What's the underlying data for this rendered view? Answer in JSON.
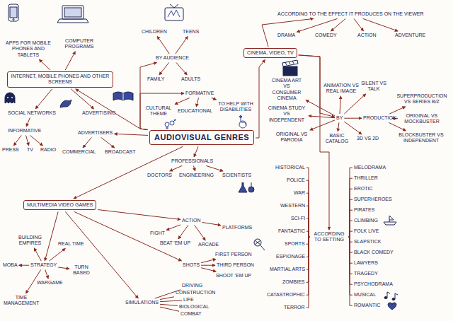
{
  "diagram": {
    "nodes": [
      {
        "text": [
          "APPS FOR MOBILE PHONES AND TABLETS"
        ]
      },
      {
        "text": [
          "COMPUTER PROGRAMS"
        ]
      },
      {
        "text": [
          "INTERNET, MOBILE PHONES AND OTHER SCREENS"
        ]
      },
      {
        "text": [
          "SOCIAL NETWORKS"
        ]
      },
      {
        "text": [
          "ADVERTISING"
        ]
      },
      {
        "text": [
          "INFORMATIVE"
        ]
      },
      {
        "text": [
          "PRESS"
        ]
      },
      {
        "text": [
          "TV"
        ]
      },
      {
        "text": [
          "RADIO"
        ]
      },
      {
        "text": [
          "ADVERTISERS"
        ]
      },
      {
        "text": [
          "COMMERCIAL"
        ]
      },
      {
        "text": [
          "BROADCAST"
        ]
      },
      {
        "text": [
          "CHILDREN"
        ]
      },
      {
        "text": [
          "TEENS"
        ]
      },
      {
        "text": [
          "BY AUDIENCE"
        ]
      },
      {
        "text": [
          "FAMILY"
        ]
      },
      {
        "text": [
          "ADULTS"
        ]
      },
      {
        "text": [
          "ACCORDING TO THE EFFECT IT PRODUCES ON THE VIEWER"
        ]
      },
      {
        "text": [
          "DRAMA"
        ]
      },
      {
        "text": [
          "COMEDY"
        ]
      },
      {
        "text": [
          "ACTION"
        ]
      },
      {
        "text": [
          "ADVENTURE"
        ]
      },
      {
        "text": [
          "CINEMA, VIDEO, TV"
        ]
      },
      {
        "text": [
          "CINEMA ART VS CONSUMER CINEMA"
        ]
      },
      {
        "text": [
          "ANIMATION VS REAL IMAGE"
        ]
      },
      {
        "text": [
          "SILENT VS TALK"
        ]
      },
      {
        "text": [
          "CINEMA STUDY VS INDEPENDENT"
        ]
      },
      {
        "text": [
          "BY"
        ]
      },
      {
        "text": [
          "PRODUCTION"
        ]
      },
      {
        "text": [
          "SUPERPRODUCTION VS SERIES B/Z"
        ]
      },
      {
        "text": [
          "ORIGINAL VS MOCKBUSTER"
        ]
      },
      {
        "text": [
          "BLOCKBUSTER VS INDEPENDENT"
        ]
      },
      {
        "text": [
          "ORIGINAL VS PARODIA"
        ]
      },
      {
        "text": [
          "BASIC CATALOG"
        ]
      },
      {
        "text": [
          "3D VS 2D"
        ]
      },
      {
        "text": [
          "FORMATIVE"
        ]
      },
      {
        "text": [
          "CULTURAL THEME"
        ]
      },
      {
        "text": [
          "EDUCATIONAL"
        ]
      },
      {
        "text": [
          "TO HELP WITH DISABILITIES"
        ]
      },
      {
        "text": [
          "AUDIOVISUAL GENRES"
        ]
      },
      {
        "text": [
          "PROFESSIONALS"
        ]
      },
      {
        "text": [
          "DOCTORS"
        ]
      },
      {
        "text": [
          "ENGINEERING"
        ]
      },
      {
        "text": [
          "SCIENTISTS"
        ]
      },
      {
        "text": [
          "MULTIMEDIA VIDEO GAMES"
        ]
      },
      {
        "text": [
          "ACTION"
        ]
      },
      {
        "text": [
          "FIGHT"
        ]
      },
      {
        "text": [
          "BEAT 'EM UP"
        ]
      },
      {
        "text": [
          "ARCADE"
        ]
      },
      {
        "text": [
          "PLATFORMS"
        ]
      },
      {
        "text": [
          "SHOTS"
        ]
      },
      {
        "text": [
          "FIRST PERSON"
        ]
      },
      {
        "text": [
          "THIRD PERSON"
        ]
      },
      {
        "text": [
          "SHOOT 'EM UP"
        ]
      },
      {
        "text": [
          "SIMULATIONS"
        ]
      },
      {
        "text": [
          "DRIVING"
        ]
      },
      {
        "text": [
          "CONSTRUCTION"
        ]
      },
      {
        "text": [
          "LIFE"
        ]
      },
      {
        "text": [
          "BIOLOGICAL"
        ]
      },
      {
        "text": [
          "COMBAT"
        ]
      },
      {
        "text": [
          "STRATEGY"
        ]
      },
      {
        "text": [
          "BUILDING EMPIRES"
        ]
      },
      {
        "text": [
          "REAL TIME"
        ]
      },
      {
        "text": [
          "MOBA"
        ]
      },
      {
        "text": [
          "TURN BASED"
        ]
      },
      {
        "text": [
          "WARGAME"
        ]
      },
      {
        "text": [
          "TIME MANAGEMENT"
        ]
      },
      {
        "text": [
          "ACCORDING TO SETTING"
        ]
      },
      {
        "text": [
          "HISTORICAL"
        ]
      },
      {
        "text": [
          "POLICE"
        ]
      },
      {
        "text": [
          "WAR"
        ]
      },
      {
        "text": [
          "WESTERN"
        ]
      },
      {
        "text": [
          "SCI-FI"
        ]
      },
      {
        "text": [
          "FANTASTIC"
        ]
      },
      {
        "text": [
          "SPORTS"
        ]
      },
      {
        "text": [
          "ESPIONAGE"
        ]
      },
      {
        "text": [
          "MARTIAL ARTS"
        ]
      },
      {
        "text": [
          "ZOMBIES"
        ]
      },
      {
        "text": [
          "CATASTROPHIC"
        ]
      },
      {
        "text": [
          "TERROR"
        ]
      },
      {
        "text": [
          "MELODRAMA"
        ]
      },
      {
        "text": [
          "THRILLER"
        ]
      },
      {
        "text": [
          "EROTIC"
        ]
      },
      {
        "text": [
          "SUPERHEROES"
        ]
      },
      {
        "text": [
          "PIRATES"
        ]
      },
      {
        "text": [
          "CLIMBING"
        ]
      },
      {
        "text": [
          "FOLK LIVE"
        ]
      },
      {
        "text": [
          "SLAPSTICK"
        ]
      },
      {
        "text": [
          "BLACK COMEDY"
        ]
      },
      {
        "text": [
          "LAWYERS"
        ]
      },
      {
        "text": [
          "TRAGEDY"
        ]
      },
      {
        "text": [
          "PSYCHODRAMA"
        ]
      },
      {
        "text": [
          "MUSICAL"
        ]
      },
      {
        "text": [
          "ROMANTIC"
        ]
      }
    ],
    "edges": [
      {
        "from": 2,
        "to": 0,
        "arrow": "to"
      },
      {
        "from": 2,
        "to": 1,
        "arrow": "to"
      },
      {
        "from": 2,
        "to": 3,
        "arrow": "to"
      },
      {
        "from": 2,
        "to": 4,
        "arrow": "to"
      },
      {
        "from": 3,
        "to": 5,
        "arrow": "to"
      },
      {
        "from": 5,
        "to": 6,
        "arrow": "to"
      },
      {
        "from": 5,
        "to": 7,
        "arrow": "to"
      },
      {
        "from": 5,
        "to": 8,
        "arrow": "to"
      },
      {
        "from": 39,
        "to": 9,
        "arrow": "to"
      },
      {
        "from": 9,
        "to": 10,
        "arrow": "to"
      },
      {
        "from": 9,
        "to": 11,
        "arrow": "to"
      },
      {
        "from": 39,
        "to": 2,
        "arrow": "to"
      },
      {
        "from": 39,
        "to": 14,
        "arrow": "to"
      },
      {
        "from": 14,
        "to": 12,
        "arrow": "to"
      },
      {
        "from": 14,
        "to": 13,
        "arrow": "to"
      },
      {
        "from": 14,
        "to": 15,
        "arrow": "to"
      },
      {
        "from": 14,
        "to": 16,
        "arrow": "to"
      },
      {
        "from": 39,
        "to": 35,
        "arrow": "to"
      },
      {
        "from": 35,
        "to": 36,
        "arrow": "to"
      },
      {
        "from": 35,
        "to": 37,
        "arrow": "to"
      },
      {
        "from": 35,
        "to": 38,
        "arrow": "to"
      },
      {
        "from": 39,
        "to": 40,
        "arrow": "to"
      },
      {
        "from": 40,
        "to": 41,
        "arrow": "to"
      },
      {
        "from": 40,
        "to": 42,
        "arrow": "to"
      },
      {
        "from": 40,
        "to": 43,
        "arrow": "to"
      },
      {
        "from": 39,
        "to": 22,
        "arrow": "to"
      },
      {
        "from": 22,
        "to": 17,
        "arrow": "to"
      },
      {
        "from": 17,
        "to": 18,
        "arrow": "to"
      },
      {
        "from": 17,
        "to": 19,
        "arrow": "to"
      },
      {
        "from": 17,
        "to": 20,
        "arrow": "to"
      },
      {
        "from": 17,
        "to": 21,
        "arrow": "to"
      },
      {
        "from": 22,
        "to": 27,
        "arrow": "to"
      },
      {
        "from": 27,
        "to": 23,
        "arrow": "to"
      },
      {
        "from": 27,
        "to": 24,
        "arrow": "to"
      },
      {
        "from": 27,
        "to": 25,
        "arrow": "to"
      },
      {
        "from": 27,
        "to": 26,
        "arrow": "to"
      },
      {
        "from": 27,
        "to": 32,
        "arrow": "to"
      },
      {
        "from": 27,
        "to": 33,
        "arrow": "to"
      },
      {
        "from": 27,
        "to": 34,
        "arrow": "to"
      },
      {
        "from": 27,
        "to": 28,
        "arrow": "to"
      },
      {
        "from": 28,
        "to": 29,
        "arrow": "to"
      },
      {
        "from": 28,
        "to": 30,
        "arrow": "to"
      },
      {
        "from": 28,
        "to": 31,
        "arrow": "to"
      },
      {
        "from": 22,
        "to": 67,
        "arrow": "to"
      },
      {
        "from": 67,
        "to": 68,
        "arrow": "none"
      },
      {
        "from": 67,
        "to": 69,
        "arrow": "none"
      },
      {
        "from": 67,
        "to": 70,
        "arrow": "none"
      },
      {
        "from": 67,
        "to": 71,
        "arrow": "none"
      },
      {
        "from": 67,
        "to": 72,
        "arrow": "none"
      },
      {
        "from": 67,
        "to": 73,
        "arrow": "none"
      },
      {
        "from": 67,
        "to": 74,
        "arrow": "none"
      },
      {
        "from": 67,
        "to": 75,
        "arrow": "none"
      },
      {
        "from": 67,
        "to": 76,
        "arrow": "none"
      },
      {
        "from": 67,
        "to": 77,
        "arrow": "none"
      },
      {
        "from": 67,
        "to": 78,
        "arrow": "none"
      },
      {
        "from": 67,
        "to": 79,
        "arrow": "none"
      },
      {
        "from": 67,
        "to": 80,
        "arrow": "none"
      },
      {
        "from": 67,
        "to": 81,
        "arrow": "none"
      },
      {
        "from": 67,
        "to": 82,
        "arrow": "none"
      },
      {
        "from": 67,
        "to": 83,
        "arrow": "none"
      },
      {
        "from": 67,
        "to": 84,
        "arrow": "none"
      },
      {
        "from": 67,
        "to": 85,
        "arrow": "none"
      },
      {
        "from": 67,
        "to": 86,
        "arrow": "none"
      },
      {
        "from": 67,
        "to": 87,
        "arrow": "none"
      },
      {
        "from": 67,
        "to": 88,
        "arrow": "none"
      },
      {
        "from": 67,
        "to": 89,
        "arrow": "none"
      },
      {
        "from": 67,
        "to": 90,
        "arrow": "none"
      },
      {
        "from": 67,
        "to": 91,
        "arrow": "none"
      },
      {
        "from": 67,
        "to": 92,
        "arrow": "none"
      },
      {
        "from": 67,
        "to": 93,
        "arrow": "none"
      },
      {
        "from": 39,
        "to": 44,
        "arrow": "to"
      },
      {
        "from": 44,
        "to": 45,
        "arrow": "to"
      },
      {
        "from": 45,
        "to": 46,
        "arrow": "to"
      },
      {
        "from": 45,
        "to": 47,
        "arrow": "to"
      },
      {
        "from": 45,
        "to": 48,
        "arrow": "to"
      },
      {
        "from": 45,
        "to": 49,
        "arrow": "to"
      },
      {
        "from": 44,
        "to": 50,
        "arrow": "to"
      },
      {
        "from": 50,
        "to": 51,
        "arrow": "to"
      },
      {
        "from": 50,
        "to": 52,
        "arrow": "to"
      },
      {
        "from": 50,
        "to": 53,
        "arrow": "to"
      },
      {
        "from": 44,
        "to": 54,
        "arrow": "to"
      },
      {
        "from": 54,
        "to": 55,
        "arrow": "none"
      },
      {
        "from": 54,
        "to": 56,
        "arrow": "none"
      },
      {
        "from": 54,
        "to": 57,
        "arrow": "none"
      },
      {
        "from": 54,
        "to": 58,
        "arrow": "none"
      },
      {
        "from": 54,
        "to": 59,
        "arrow": "none"
      },
      {
        "from": 44,
        "to": 60,
        "arrow": "to"
      },
      {
        "from": 60,
        "to": 61,
        "arrow": "to"
      },
      {
        "from": 60,
        "to": 62,
        "arrow": "to"
      },
      {
        "from": 60,
        "to": 63,
        "arrow": "to"
      },
      {
        "from": 60,
        "to": 64,
        "arrow": "to"
      },
      {
        "from": 60,
        "to": 65,
        "arrow": "to"
      },
      {
        "from": 60,
        "to": 66,
        "arrow": "to"
      }
    ]
  }
}
